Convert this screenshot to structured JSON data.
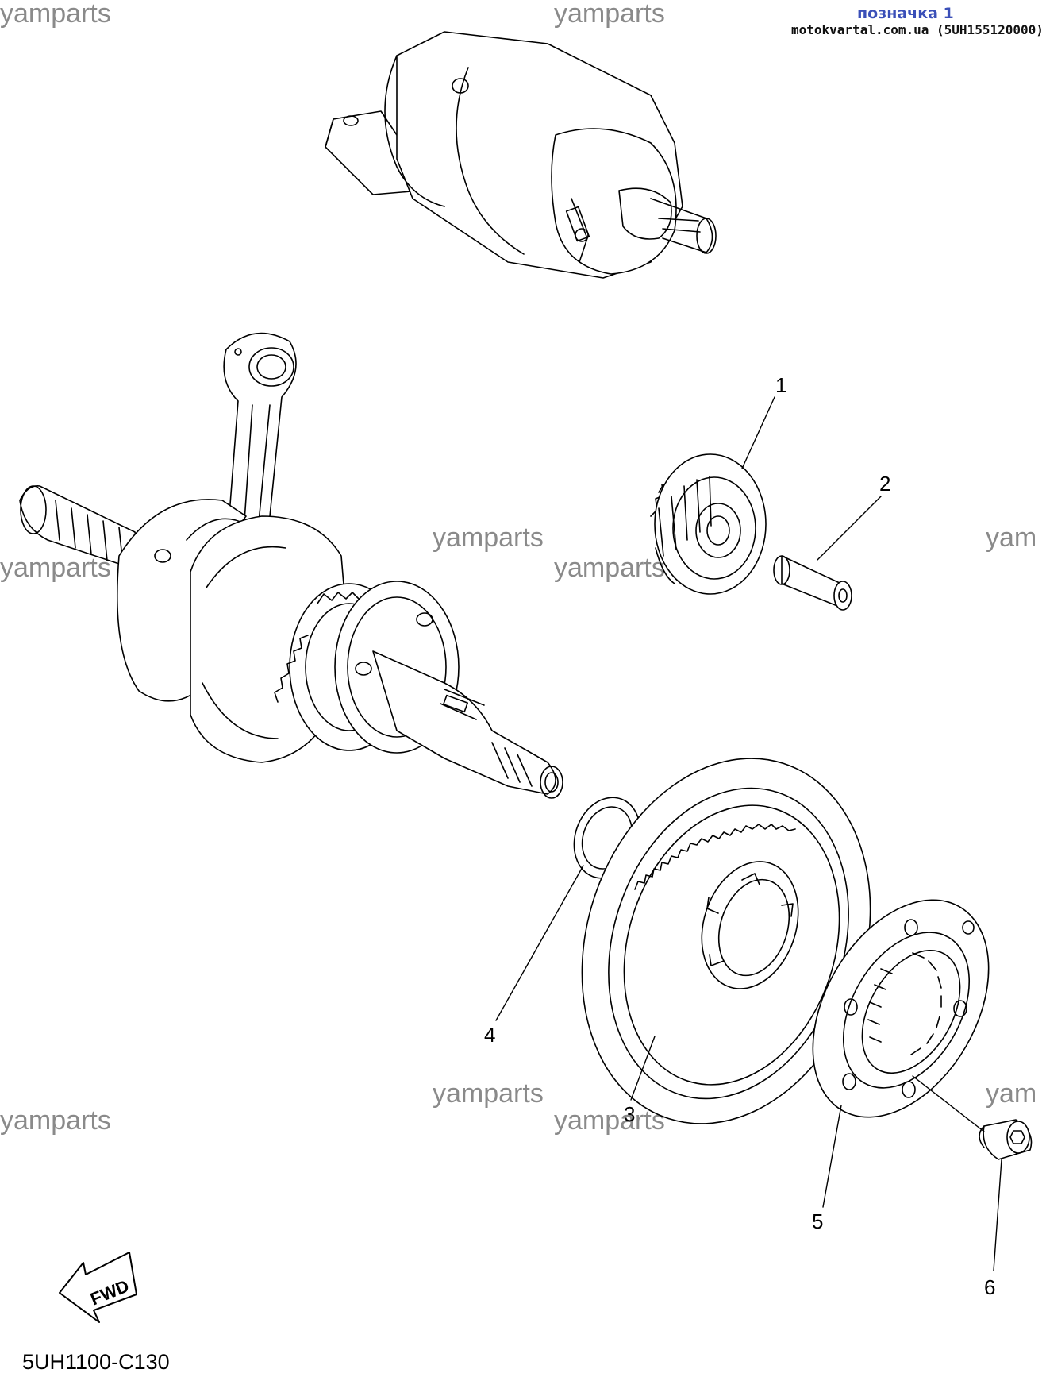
{
  "header": {
    "title": "позначка 1",
    "source": "motokvartal.com.ua (5UH155120000)"
  },
  "watermarks": [
    "yamparts",
    "yamparts",
    "yamparts",
    "yamparts",
    "yamparts",
    "yam",
    "yamparts",
    "yamparts",
    "yamparts",
    "yam"
  ],
  "callouts": [
    "1",
    "2",
    "3",
    "4",
    "5",
    "6"
  ],
  "fwd_label": "FWD",
  "diagram_code": "5UH1100-C130",
  "icons": {
    "starter_motor": "starter-motor-icon",
    "crankshaft": "crankshaft-icon",
    "idle_gear": "idle-gear-icon",
    "shaft": "shaft-icon",
    "washer": "washer-icon",
    "starter_wheel_gear": "starter-wheel-gear-icon",
    "starter_clutch": "starter-clutch-icon",
    "bolt": "bolt-icon",
    "fwd_arrow": "fwd-arrow-icon"
  }
}
